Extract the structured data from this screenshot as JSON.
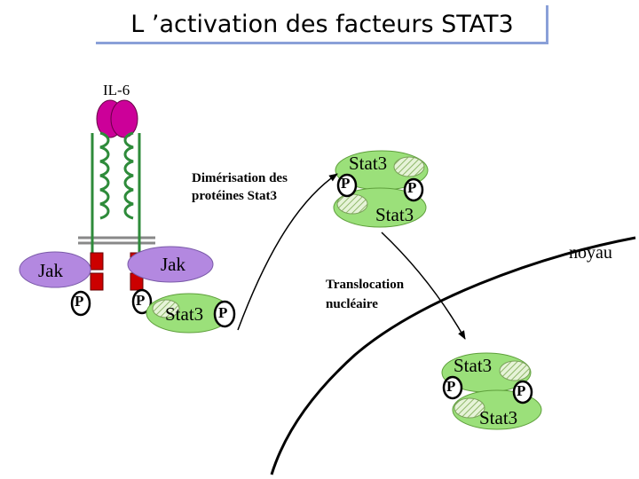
{
  "title": "L ’activation des facteurs STAT3",
  "labels": {
    "il6": "IL-6",
    "dimerisation_line1": "Dimérisation des",
    "dimerisation_line2": "protéines Stat3",
    "translocation_line1": "Translocation",
    "translocation_line2": "nucléaire",
    "noyau": "noyau",
    "jak": "Jak",
    "stat3": "Stat3",
    "phospho": "P"
  },
  "colors": {
    "cytokine": "#cc0099",
    "receptor_coil": "#2e8b3a",
    "receptor_box": "#cc0000",
    "jak": "#b388e0",
    "stat3": "#9be07a",
    "membrane": "#888888",
    "title_border": "#8aa0d8"
  }
}
